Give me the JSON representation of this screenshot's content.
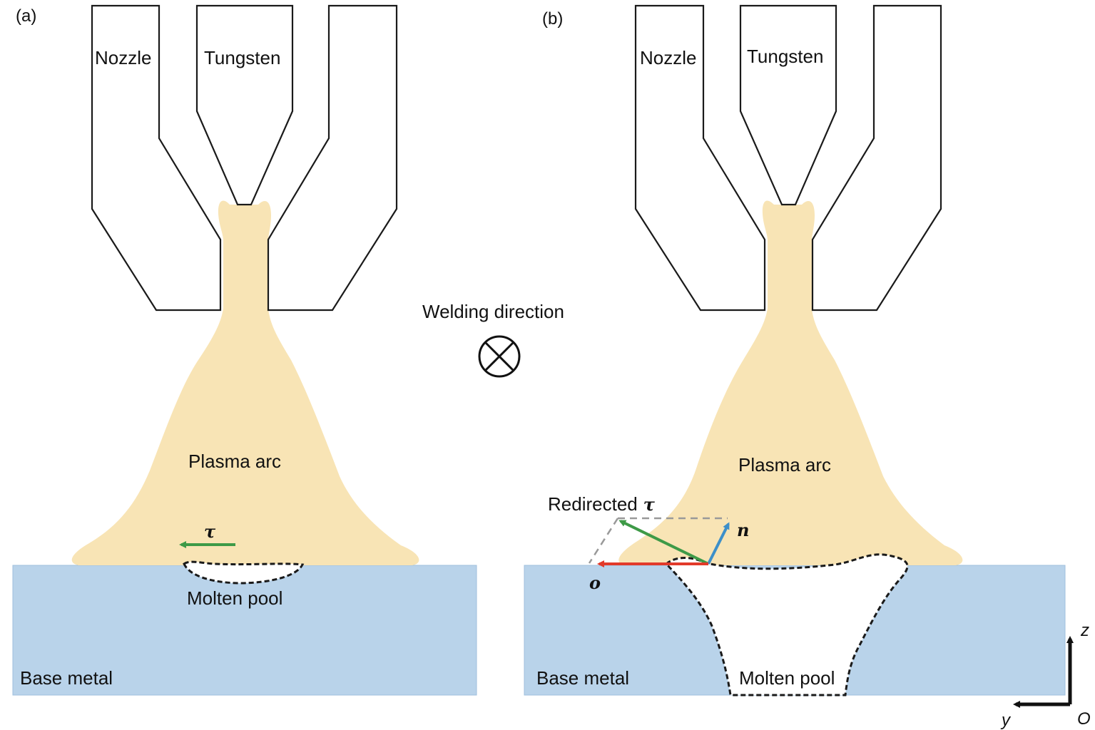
{
  "colors": {
    "plasma": "#F8E4B5",
    "base_metal": "#B9D3EA",
    "outline": "#1a1a1a",
    "tau_arrow": "#3E9A47",
    "redirected_arrow": "#3E9A47",
    "n_arrow": "#3D8FC9",
    "o_arrow": "#E23A2A",
    "dashed_guide": "#999999"
  },
  "panel_a": {
    "label": "(a)",
    "nozzle_label": "Nozzle",
    "tungsten_label": "Tungsten",
    "plasma_label": "Plasma arc",
    "tau_label": "τ",
    "pool_label": "Molten pool",
    "base_label": "Base metal"
  },
  "center": {
    "welding_direction_label": "Welding direction",
    "direction_icon": "into-page-cross-circle-icon"
  },
  "panel_b": {
    "label": "(b)",
    "nozzle_label": "Nozzle",
    "tungsten_label": "Tungsten",
    "plasma_label": "Plasma arc",
    "redirected_label": "Redirected",
    "redirected_symbol": "τ",
    "n_label": "n",
    "o_label": "o",
    "pool_label": "Molten pool",
    "base_label": "Base metal"
  },
  "axes": {
    "z_label": "z",
    "y_label": "y",
    "origin_label": "O"
  }
}
